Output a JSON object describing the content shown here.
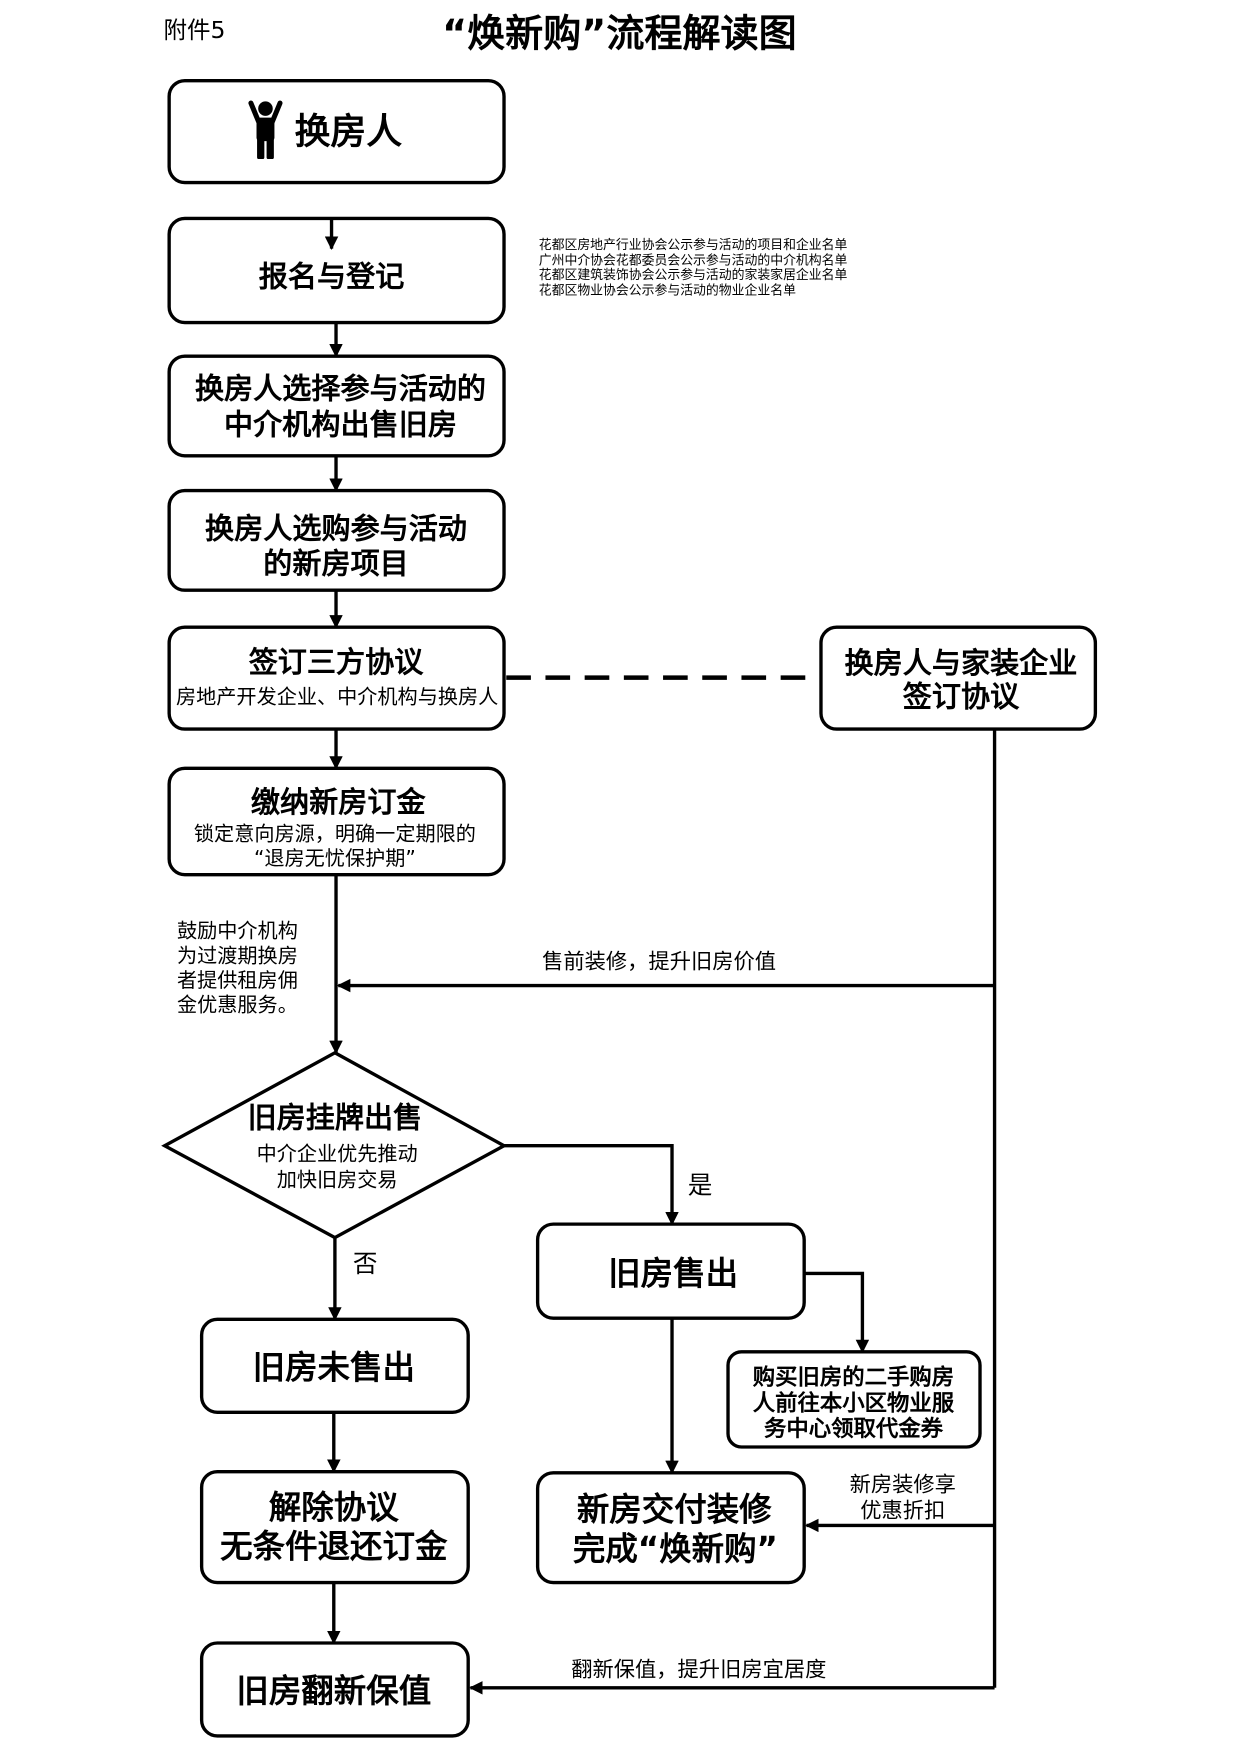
{
  "colors": {
    "stroke": "#000000",
    "background": "#ffffff"
  },
  "header": {
    "attachment_label": "附件5",
    "title": "“焕新购”流程解读图"
  },
  "flow": {
    "start": {
      "label": "换房人",
      "icon": "person-icon"
    },
    "register": {
      "label": "报名与登记"
    },
    "publicity_notes": [
      "花都区房地产行业协会公示参与活动的项目和企业名单",
      "广州中介协会花都委员会公示参与活动的中介机构名单",
      "花都区建筑装饰协会公示参与活动的家装家居企业名单",
      "花都区物业协会公示参与活动的物业企业名单"
    ],
    "choose_agency": {
      "lines": [
        "换房人选择参与活动的",
        "中介机构出售旧房"
      ]
    },
    "choose_project": {
      "lines": [
        "换房人选购参与活动",
        "的新房项目"
      ]
    },
    "tripartite": {
      "title": "签订三方协议",
      "subtitle": "房地产开发企业、中介机构与换房人"
    },
    "decoration_agreement": {
      "lines": [
        "换房人与家装企业",
        "签订协议"
      ]
    },
    "deposit": {
      "title": "缴纳新房订金",
      "subtitle_lines": [
        "锁定意向房源，明确一定期限的",
        "“退房无忧保护期”"
      ]
    },
    "rental_note": [
      "鼓励中介机构",
      "为过渡期换房",
      "者提供租房佣",
      "金优惠服务。"
    ],
    "pre_sale_label": "售前装修，提升旧房价值",
    "listing": {
      "title": "旧房挂牌出售",
      "subtitle_lines": [
        "中介企业优先推动",
        "加快旧房交易"
      ]
    },
    "yes_label": "是",
    "no_label": "否",
    "sold": {
      "label": "旧房售出"
    },
    "voucher": {
      "lines": [
        "购买旧房的二手购房",
        "人前往本小区物业服",
        "务中心领取代金券"
      ]
    },
    "delivered": {
      "lines": [
        "新房交付装修",
        "完成“焕新购”"
      ]
    },
    "discount_label": [
      "新房装修享",
      "优惠折扣"
    ],
    "unsold": {
      "label": "旧房未售出"
    },
    "cancel": {
      "lines": [
        "解除协议",
        "无条件退还订金"
      ]
    },
    "renovate": {
      "label": "旧房翻新保值"
    },
    "renovate_label": "翻新保值，提升旧房宜居度"
  }
}
